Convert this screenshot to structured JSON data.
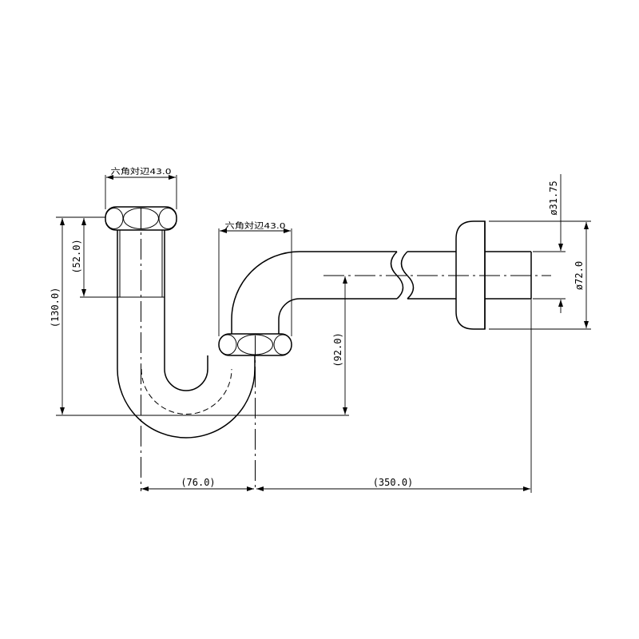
{
  "dimensions": {
    "hex_top": "六角対辺43.0",
    "hex_mid": "六角対辺43.0",
    "overall_height": "(130.0)",
    "tail_length": "(52.0)",
    "trap_height": "(92.0)",
    "horizontal_offset": "(76.0)",
    "horizontal_length": "(350.0)",
    "pipe_diameter": "ø31.75",
    "flange_diameter": "ø72.0"
  }
}
